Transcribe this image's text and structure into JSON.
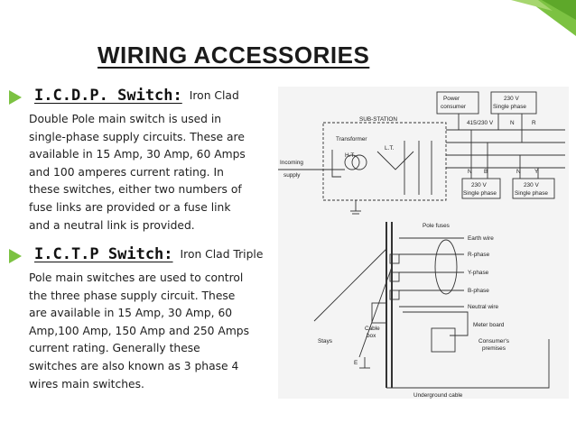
{
  "title": "WIRING ACCESSORIES",
  "accent_color": "#7cc242",
  "bullets": [
    {
      "heading": "I.C.D.P. Switch:",
      "lead": "Iron Clad",
      "lines": [
        "Double Pole main switch is used in",
        "single-phase supply circuits. These are",
        "available in 15 Amp, 30 Amp, 60 Amps",
        "and 100 amperes current rating. In",
        "these switches, either two numbers of",
        "fuse links are provided or a fuse link",
        "and a neutral link is provided."
      ]
    },
    {
      "heading": "I.C.T.P Switch:",
      "lead": "Iron Clad Triple",
      "lines": [
        "Pole main switches are used to control",
        "the three phase supply circuit. These",
        "are available in 15 Amp, 30 Amp, 60",
        "Amp,100 Amp, 150 Amp and 250 Amps",
        "current rating. Generally these",
        "switches are also known as 3 phase 4",
        "wires main switches."
      ]
    }
  ],
  "diagram": {
    "power_consumer": [
      "Power",
      "consumer"
    ],
    "supply_top": [
      "230 V",
      "Single phase"
    ],
    "supply_bl": [
      "230 V",
      "Single phase"
    ],
    "supply_br": [
      "230 V",
      "Single phase"
    ],
    "voltage": "415/230 V",
    "top_labels": [
      "N",
      "R"
    ],
    "bottom_labels": [
      "N",
      "B",
      "N",
      "Y"
    ],
    "substation": "SUB-STATION",
    "transformer": "Transformer",
    "ht": "H.T.",
    "lt": "L.T.",
    "incoming": [
      "Incoming",
      "supply"
    ],
    "pole_fuses": "Pole fuses",
    "earth_wire": "Earth wire",
    "r_phase": "R-phase",
    "y_phase": "Y-phase",
    "b_phase": "B-phase",
    "neutral_wire": "Neutral wire",
    "cable_box": [
      "Cable",
      "box"
    ],
    "stays": "Stays",
    "meter_board": "Meter board",
    "premises": [
      "Consumer's",
      "premises"
    ],
    "e_label": "E",
    "underground": "Underground cable"
  }
}
